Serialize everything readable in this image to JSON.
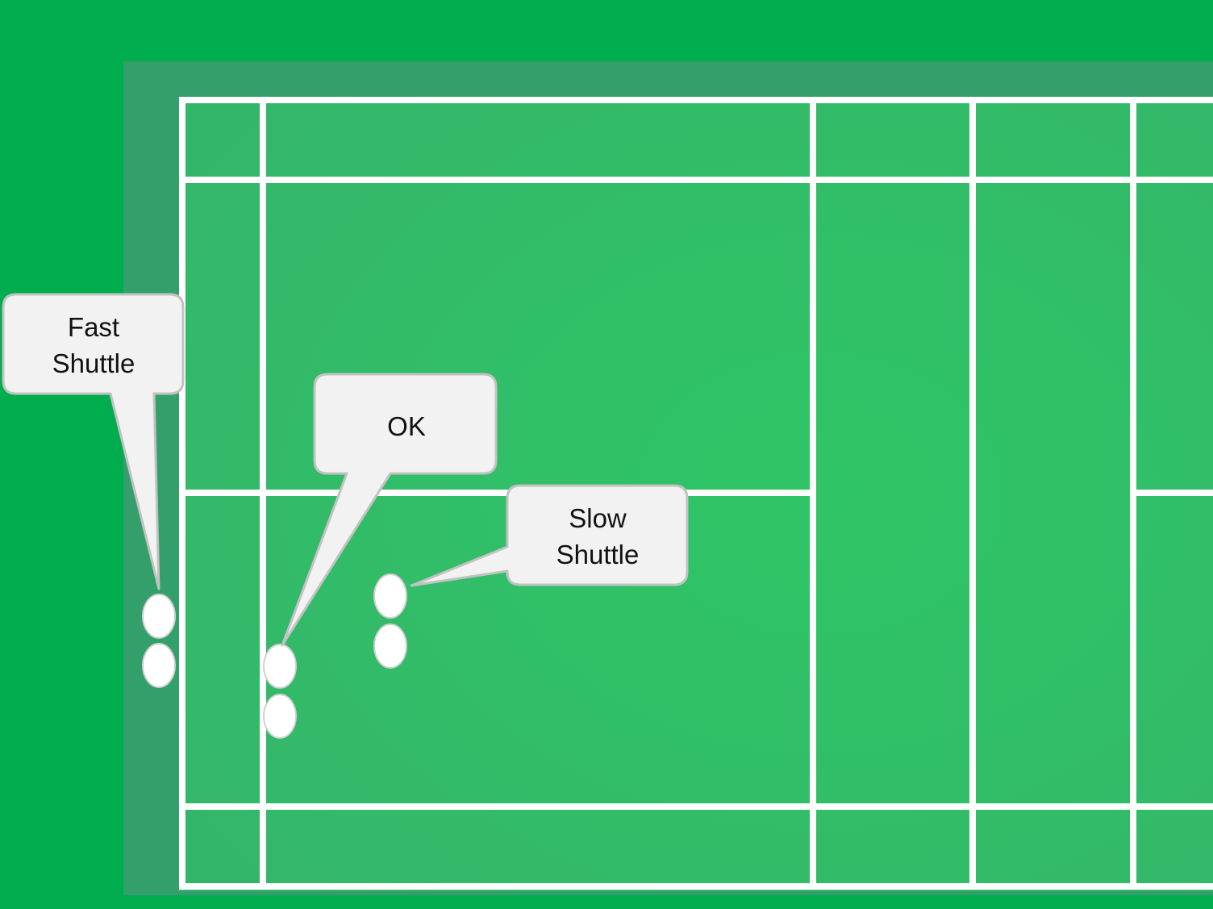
{
  "diagram": {
    "colors": {
      "background": "#00ad4e",
      "surround": "#33a06b",
      "court": "#34b66a",
      "court_center": "#2fc566",
      "lines": "#ffffff",
      "callout_fill": "#f2f2f2",
      "callout_stroke": "#c2c2c2",
      "shuttle": "#ffffff"
    },
    "callouts": [
      {
        "id": "fast",
        "lines": [
          "Fast",
          "Shuttle"
        ]
      },
      {
        "id": "ok",
        "lines": [
          "OK"
        ]
      },
      {
        "id": "slow",
        "lines": [
          "Slow",
          "Shuttle"
        ]
      }
    ],
    "shuttle_groups": [
      {
        "id": "fast",
        "count": 2
      },
      {
        "id": "ok",
        "count": 2
      },
      {
        "id": "slow",
        "count": 2
      }
    ]
  }
}
